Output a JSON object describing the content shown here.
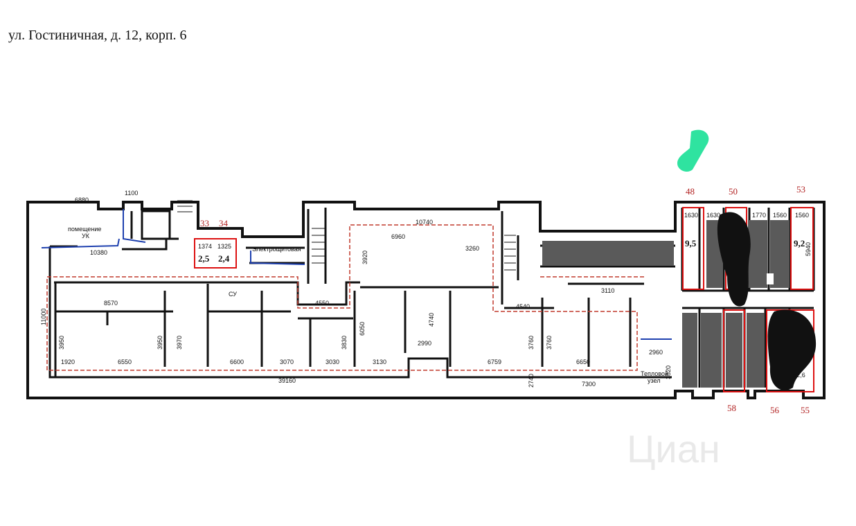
{
  "header": {
    "address": "ул. Гостиничная, д. 12, корп. 6"
  },
  "watermark": {
    "text": "Циан"
  },
  "room_numbers": [
    "33",
    "34",
    "48",
    "50",
    "53",
    "58",
    "56",
    "55"
  ],
  "areas": [
    "2,5",
    "2,4",
    "9,5",
    "9,2",
    "=2,6"
  ],
  "labels": {
    "uk_room": [
      "помещение",
      "УК"
    ],
    "electrical_panel": "Электрощитовая",
    "heat_node": [
      "Тепловой",
      "узел"
    ],
    "cu": "СУ"
  },
  "dimensions": {
    "top_left": "6880",
    "top_small": "1100",
    "width_10380": "10380",
    "d_10740": "10740",
    "d_6960": "6960",
    "d_3260": "3260",
    "d_8570": "8570",
    "d_4550": "4550",
    "d_4540": "4540",
    "d_3110": "3110",
    "d_1920": "1920",
    "d_6550": "6550",
    "d_6600": "6600",
    "d_3070": "3070",
    "d_3030": "3030",
    "d_3130": "3130",
    "d_2990": "2990",
    "d_6759": "6759",
    "d_6650": "6650",
    "d_2960": "2960",
    "d_39160": "39160",
    "d_7300": "7300",
    "d_1374": "1374",
    "d_1325": "1325",
    "d_1630a": "1630",
    "d_1630b": "1630",
    "d_1770": "1770",
    "d_1560a": "1560",
    "d_1560b": "1560",
    "v_11000": "11000",
    "v_3950a": "3950",
    "v_3950b": "3950",
    "v_3970": "3970",
    "v_3830": "3830",
    "v_6050": "6050",
    "v_4740": "4740",
    "v_3760a": "3760",
    "v_3760b": "3760",
    "v_3920": "3920",
    "v_5940": "5940",
    "v_3820": "3820",
    "v_2740": "2740"
  }
}
